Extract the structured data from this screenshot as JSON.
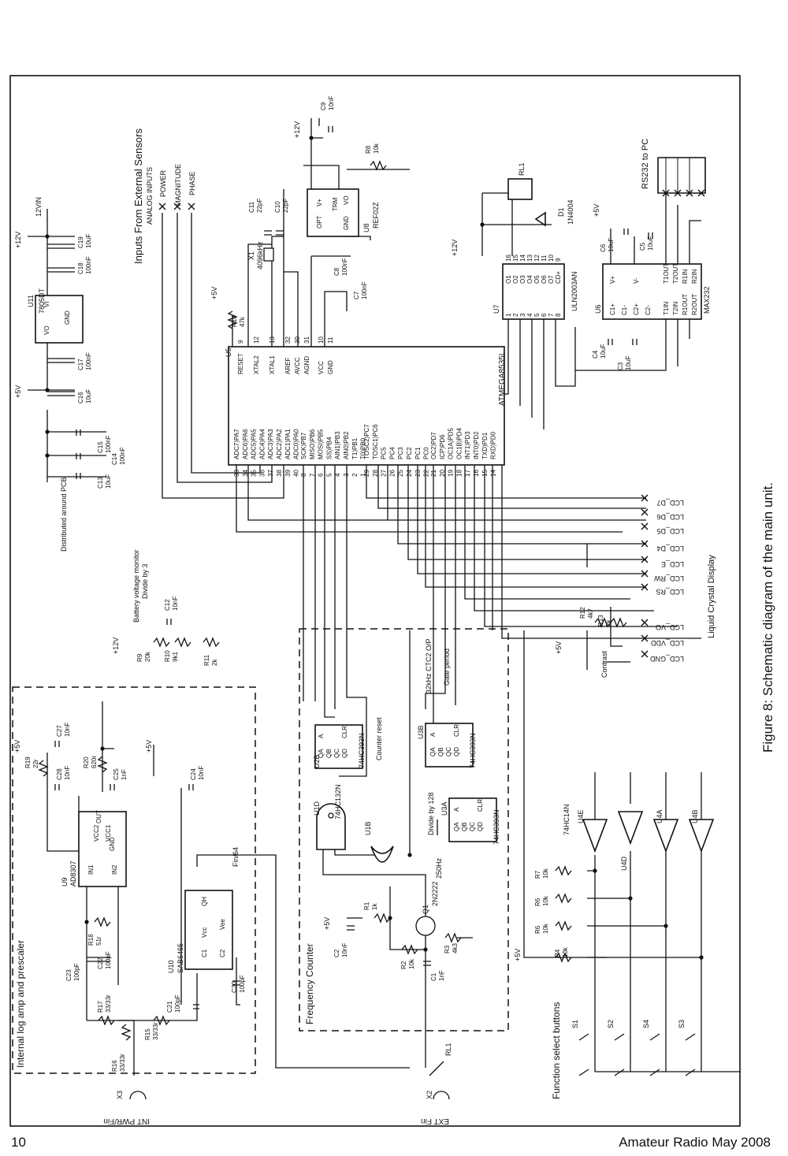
{
  "figure_caption": "Figure 8: Schematic diagram of the main unit.",
  "footer": {
    "page_number": "10",
    "publication": "Amateur Radio May 2008"
  },
  "sections": {
    "inputs_header": "Inputs From External Sensors",
    "analog_inputs": "ANALOG INPUTS",
    "power": "POWER",
    "magnitude": "MAGNITUDE",
    "phase": "PHASE",
    "rs232": "RS232 to PC",
    "lcd": "Liquid Crystal Display",
    "distributed": "Distributed around PCB",
    "battery_monitor": "Battery voltage monitor",
    "divide_by_3": "Divide by 3",
    "log_amp": "Internal log amp and prescaler",
    "freq_counter": "Frequency Counter",
    "function_buttons": "Function select buttons",
    "counter_reset": "Counter reset",
    "ctc2": "32kHz CTC2 O/P",
    "gate_period": "Gate period",
    "divide_128": "Divide by 128",
    "hz250": "250Hz",
    "fin64": "Fin/64",
    "contrast": "Contrast",
    "int_pwr": "INT PWR/Fin",
    "ext_fin": "EXT Fin"
  },
  "rails": {
    "v12": "+12V",
    "v5": "+5V",
    "v12in": "12VIN"
  },
  "components": {
    "u5": {
      "ref": "U5",
      "part": "ATMEGA8535L"
    },
    "u5_left_pins": [
      "RESET",
      "XTAL2",
      "XTAL1",
      "AREF",
      "AVCC",
      "AGND",
      "VCC",
      "GND"
    ],
    "u5_left_nums": [
      "9",
      "12",
      "13",
      "32",
      "30",
      "31",
      "10",
      "11"
    ],
    "u5_port_a": [
      "ADC7)PA7",
      "ADC6)PA6",
      "ADC5)PA5",
      "ADC4)PA4",
      "ADC3)PA3",
      "ADC2)PA2",
      "ADC1)PA1",
      "ADC0)PA0"
    ],
    "u5_port_a_nums": [
      "33",
      "34",
      "35",
      "36",
      "37",
      "38",
      "39",
      "40"
    ],
    "u5_port_b": [
      "SCK)PB7",
      "MISO)PB6",
      "MOSI)PB5",
      "SS)PB4",
      "AIN1)PB3",
      "AIN0)PB2",
      "T1)PB1",
      "T0)PB0"
    ],
    "u5_port_b_nums": [
      "8",
      "7",
      "6",
      "5",
      "4",
      "3",
      "2",
      "1"
    ],
    "u5_port_c": [
      "TOSC2)PC7",
      "TOSC1)PC6",
      "PC5",
      "PC4",
      "PC3",
      "PC2",
      "PC1",
      "PC0"
    ],
    "u5_port_c_nums": [
      "29",
      "28",
      "27",
      "26",
      "25",
      "24",
      "23",
      "22"
    ],
    "u5_port_d": [
      "OC2)PD7",
      "ICP)PD6",
      "OC1A)PD5",
      "OC1B)PD4",
      "INT1)PD3",
      "INT0)PD2",
      "TXD)PD1",
      "RXD)PD0"
    ],
    "u5_port_d_nums": [
      "21",
      "20",
      "19",
      "18",
      "17",
      "16",
      "15",
      "14"
    ],
    "u7": {
      "ref": "U7",
      "part": "ULN2003AN"
    },
    "u7_outputs": [
      "O1",
      "O2",
      "O3",
      "O4",
      "O5",
      "O6",
      "O7",
      "CD+"
    ],
    "u7_out_nums": [
      "16",
      "15",
      "14",
      "13",
      "12",
      "11",
      "10",
      "9"
    ],
    "u7_in_nums": [
      "1",
      "2",
      "3",
      "4",
      "5",
      "6",
      "7",
      "8"
    ],
    "u6": {
      "ref": "U6",
      "part": "MAX232"
    },
    "u6_top_pins": [
      "V+",
      "V-",
      "T1OUT",
      "T2OUT",
      "R1IN",
      "R2IN"
    ],
    "u6_bottom_pins": [
      "C1+",
      "C1-",
      "C2+",
      "C2-",
      "T1IN",
      "T2IN",
      "R1OUT",
      "R2OUT"
    ],
    "u8": {
      "ref": "U8",
      "part": "REF02Z"
    },
    "u8_pins": [
      "V+",
      "TRM",
      "VO",
      "OPT",
      "GND"
    ],
    "u11": {
      "ref": "U11",
      "part": "7805DT",
      "pins": [
        "VI",
        "VO",
        "GND"
      ]
    },
    "u9": {
      "ref": "U9",
      "part": "AD8307",
      "pins": [
        "VCC2",
        "VCC1",
        "OUT",
        "IN1",
        "IN2",
        "GND"
      ]
    },
    "u10": {
      "ref": "U10",
      "part": "SAB6465",
      "pins": [
        "QH",
        "Vcc",
        "Vee",
        "C1",
        "C2"
      ]
    },
    "u2b": {
      "ref": "U2B",
      "part": "74HC393N"
    },
    "u3b": {
      "ref": "U3B",
      "part": "74HC393N"
    },
    "u3a": {
      "ref": "U3A",
      "part": "74HC393N"
    },
    "counter_pins": [
      "QA",
      "QB",
      "QC",
      "QD",
      "A",
      "CLR"
    ],
    "u1d": {
      "ref": "U1D",
      "part": "74HC132N"
    },
    "u1b": {
      "ref": "U1B"
    },
    "u4": {
      "part": "74HC14N",
      "gates": [
        "U4E",
        "U4D",
        "U4A",
        "U4B"
      ]
    },
    "q1": {
      "ref": "Q1",
      "part": "2N2222"
    },
    "rl1": "RL1",
    "d1": {
      "ref": "D1",
      "part": "1N4004"
    },
    "x1": {
      "ref": "X1",
      "value": "4096kHz"
    },
    "x2": "X2",
    "x3": "X3",
    "switches": [
      "S1",
      "S2",
      "S4",
      "S3"
    ]
  },
  "passives": {
    "c9": [
      "C9",
      "10nF"
    ],
    "c11": [
      "C11",
      "22pF"
    ],
    "c10": [
      "C10",
      "22pF"
    ],
    "c8": [
      "C8",
      "100nF"
    ],
    "c7": [
      "C7",
      "100nF"
    ],
    "r8": [
      "R8",
      "10k"
    ],
    "r14": [
      "R14",
      "47k"
    ],
    "c19": [
      "C19",
      "10uF"
    ],
    "c18": [
      "C18",
      "100nF"
    ],
    "c17": [
      "C17",
      "100nF"
    ],
    "c16": [
      "C16",
      "10uF"
    ],
    "c15": [
      "C15",
      "100nF"
    ],
    "c14": [
      "C14",
      "100nF"
    ],
    "c13": [
      "C13",
      "10uF"
    ],
    "c6": [
      "C6",
      "10uF"
    ],
    "c5": [
      "C5",
      "10uF"
    ],
    "c4": [
      "C4",
      "10uF"
    ],
    "c3": [
      "C3",
      "10uF"
    ],
    "c12": [
      "C12",
      "10nF"
    ],
    "r9": [
      "R9",
      "20k"
    ],
    "r10": [
      "R10",
      "9k1"
    ],
    "r11": [
      "R11",
      "2k"
    ],
    "r12": [
      "R12",
      "4k7"
    ],
    "r13": [
      "R13",
      "2k"
    ],
    "c27": [
      "C27",
      "10nF"
    ],
    "c28": [
      "C28",
      "10nF"
    ],
    "c25": [
      "C25",
      "1nF"
    ],
    "c24": [
      "C24",
      "10nF"
    ],
    "r19": [
      "R19",
      "22r"
    ],
    "r20": [
      "R20",
      "620r"
    ],
    "r18": [
      "R18",
      "51r"
    ],
    "c22": [
      "C22",
      "100pF"
    ],
    "c23": [
      "C23",
      "100pF"
    ],
    "r17": [
      "R17",
      "33/33r"
    ],
    "r16": [
      "R16",
      "33/33r"
    ],
    "r15": [
      "R15",
      "33/33r"
    ],
    "c21": [
      "C21",
      "100pF"
    ],
    "c20": [
      "C20",
      "100pF"
    ],
    "r1": [
      "R1",
      "1k"
    ],
    "c2": [
      "C2",
      "10nF"
    ],
    "r2": [
      "R2",
      "10k"
    ],
    "r3": [
      "R3",
      "4k3"
    ],
    "c1": [
      "C1",
      "1nF"
    ],
    "r7": [
      "R7",
      "10k"
    ],
    "r6a": [
      "R6",
      "10k"
    ],
    "r6b": [
      "R6",
      "10k"
    ],
    "r4": [
      "R4",
      "10k"
    ]
  },
  "lcd_pins": [
    "LCD_D7",
    "LCD_D6",
    "LCD_D5",
    "LCD_D4",
    "LCD_E",
    "LCD_RW",
    "LCD_RS",
    "LCD_VO",
    "LCD_VDD",
    "LCD_GND"
  ]
}
